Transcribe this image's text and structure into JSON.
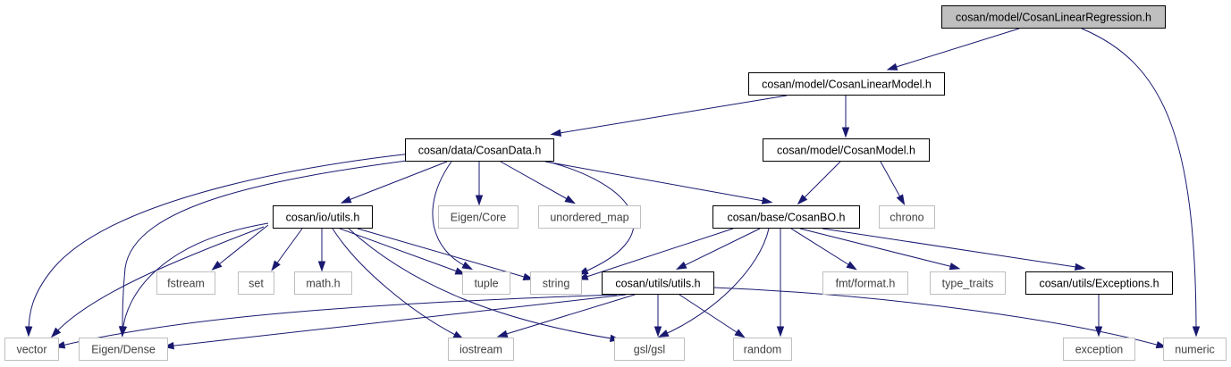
{
  "colors": {
    "edge": "#191970",
    "root_fill": "#bfbfbf",
    "node_fill": "#ffffff",
    "project_border": "#000000",
    "system_border": "#bfbfbf",
    "project_text": "#000000",
    "system_text": "#404040"
  },
  "nodes": {
    "root": "cosan/model/CosanLinearRegression.h",
    "linear_model": "cosan/model/CosanLinearModel.h",
    "data": "cosan/data/CosanData.h",
    "model": "cosan/model/CosanModel.h",
    "io_utils": "cosan/io/utils.h",
    "eigen_core": "Eigen/Core",
    "unordered_map": "unordered_map",
    "base_bo": "cosan/base/CosanBO.h",
    "chrono": "chrono",
    "fstream": "fstream",
    "set": "set",
    "math": "math.h",
    "tuple": "tuple",
    "string": "string",
    "utils_utils": "cosan/utils/utils.h",
    "fmt_format": "fmt/format.h",
    "type_traits": "type_traits",
    "exceptions": "cosan/utils/Exceptions.h",
    "vector": "vector",
    "eigen_dense": "Eigen/Dense",
    "iostream": "iostream",
    "gsl": "gsl/gsl",
    "random": "random",
    "exception": "exception",
    "numeric": "numeric"
  }
}
